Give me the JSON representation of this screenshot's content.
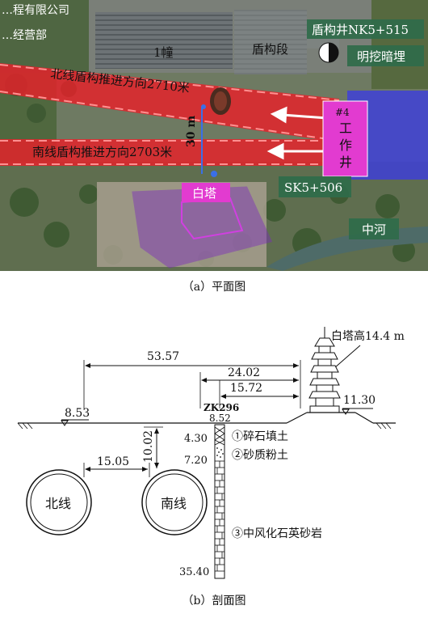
{
  "plan": {
    "company_text": "…程有限公司",
    "dept_text": "…经营部",
    "building_label": "1幢",
    "shield_section_label": "盾构段",
    "shield_well_label": "盾构井NK5+515",
    "open_dark_label": "明挖暗埋",
    "north_tunnel_label": "北线盾构推进方向2710米",
    "south_tunnel_label": "南线盾构推进方向2703米",
    "distance_label": "30 m",
    "work_well_label": [
      "#4",
      "工",
      "作",
      "井"
    ],
    "baita_label": "白塔",
    "sk_label": "SK5+506",
    "river_label": "中河",
    "colors": {
      "tunnel_red": "#e8202a",
      "well_magenta": "#e23bd0",
      "baita_purple": "#7b2bbd",
      "work_blue": "#3a3ae8",
      "label_green": "#2f6b4a"
    }
  },
  "caption_a": "（a）平面图",
  "section": {
    "tower_height_label": "白塔高14.4 m",
    "dim_total": "53.57",
    "dim_well": "24.02",
    "dim_borehole": "15.72",
    "borehole_label": "ZK296",
    "borehole_top": "8.52",
    "elev_left": "8.53",
    "elev_right": "11.30",
    "dim_tunnel_gap": "15.05",
    "dim_cover": "10.02",
    "depth_1": "4.30",
    "depth_2": "7.20",
    "depth_bottom": "35.40",
    "layer_1": "①碎石填土",
    "layer_2": "②砂质粉土",
    "layer_3": "③中风化石英砂岩",
    "north_line": "北线",
    "south_line": "南线"
  },
  "caption_b": "（b）剖面图"
}
